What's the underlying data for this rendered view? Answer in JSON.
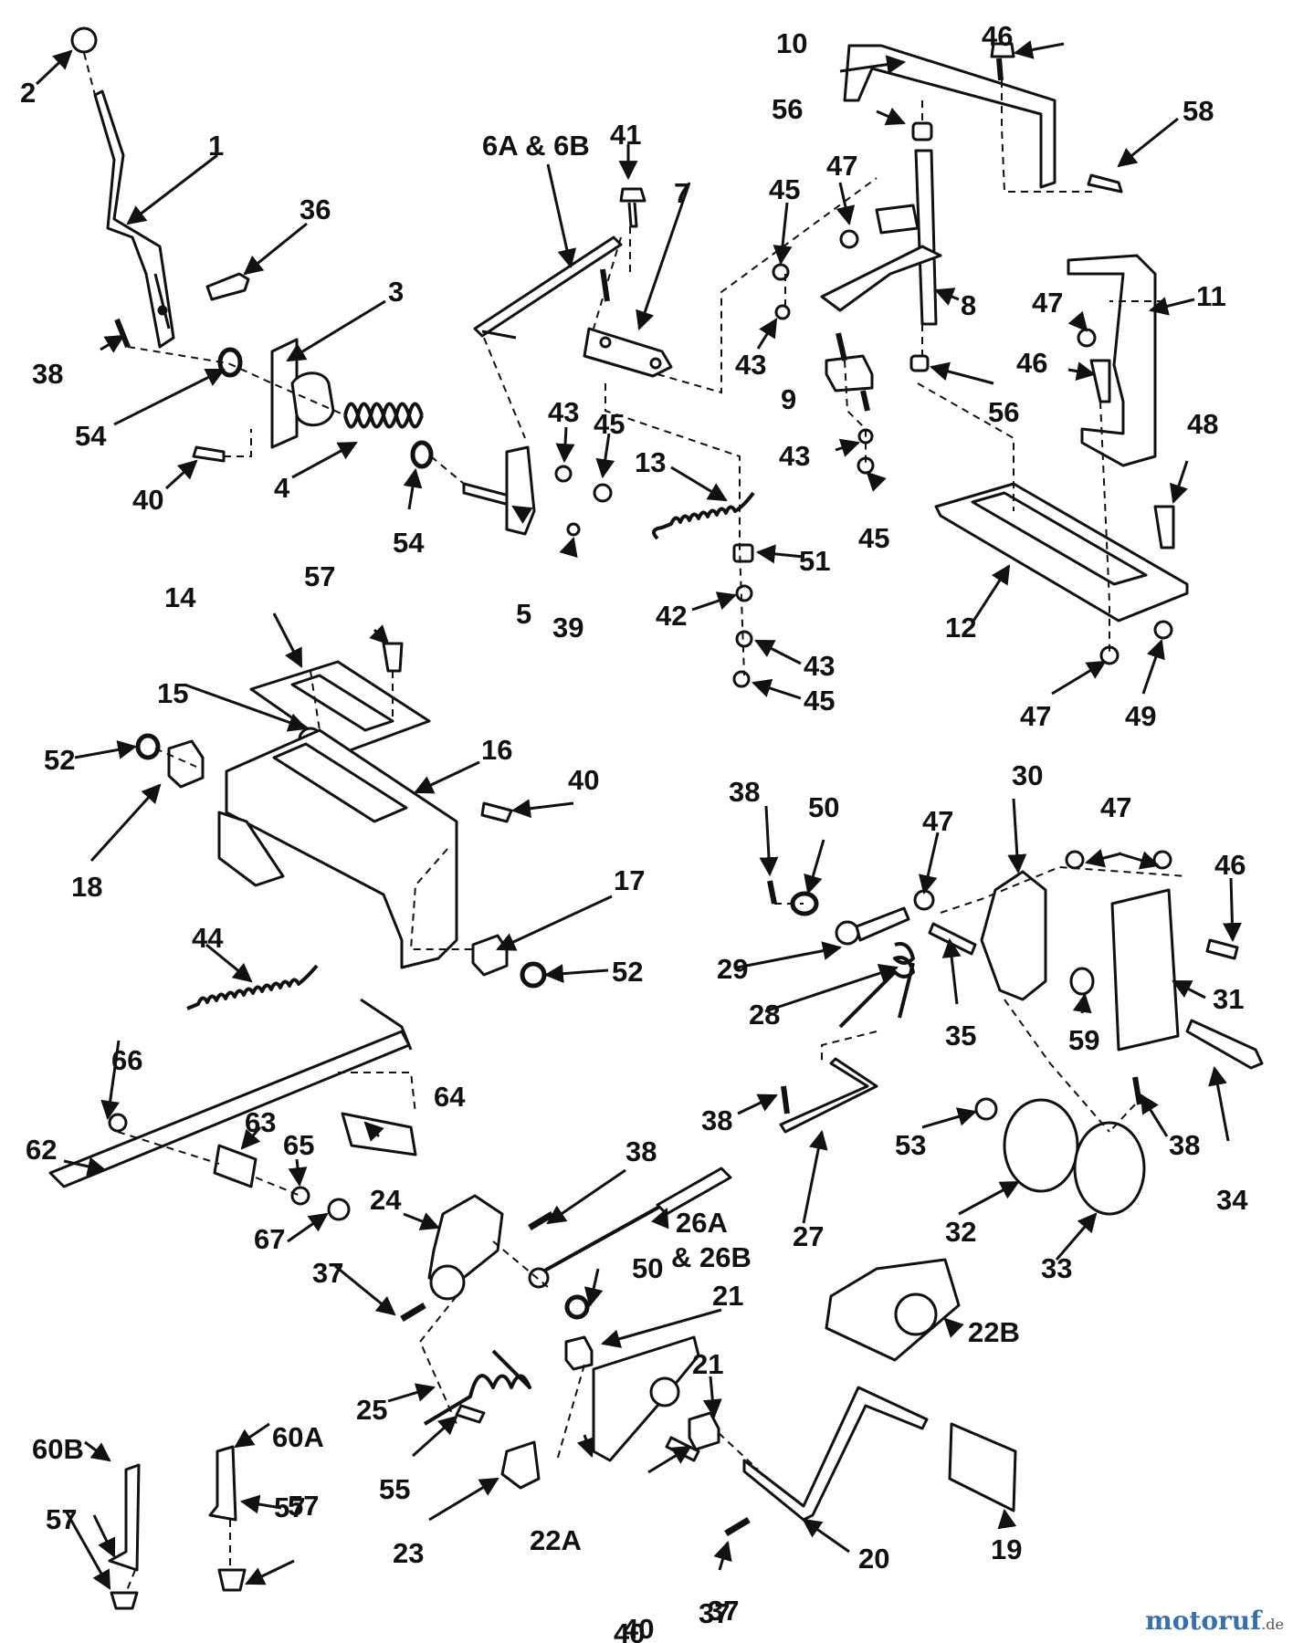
{
  "callouts": [
    "1",
    "2",
    "3",
    "4",
    "5",
    "6A & 6B",
    "7",
    "8",
    "9",
    "10",
    "11",
    "12",
    "13",
    "14",
    "15",
    "16",
    "17",
    "18",
    "19",
    "20",
    "21",
    "21",
    "22A",
    "22B",
    "23",
    "24",
    "25",
    "26A",
    "& 26B",
    "27",
    "28",
    "29",
    "30",
    "31",
    "32",
    "33",
    "34",
    "35",
    "36",
    "37",
    "37",
    "37",
    "38",
    "38",
    "38",
    "38",
    "38",
    "39",
    "40",
    "40",
    "40",
    "40",
    "41",
    "42",
    "43",
    "43",
    "43",
    "43",
    "44",
    "45",
    "45",
    "45",
    "45",
    "46",
    "46",
    "46",
    "47",
    "47",
    "47",
    "47",
    "47",
    "48",
    "49",
    "50",
    "50",
    "51",
    "52",
    "52",
    "53",
    "54",
    "54",
    "55",
    "56",
    "56",
    "57",
    "57",
    "57",
    "57",
    "58",
    "59",
    "60A",
    "60B",
    "62",
    "63",
    "64",
    "65",
    "66",
    "67"
  ],
  "watermark": {
    "main": "motoruf",
    "suffix": ".de"
  },
  "colors": {
    "ink": "#111111",
    "background": "#ffffff",
    "watermark": "#3d6fa7"
  }
}
